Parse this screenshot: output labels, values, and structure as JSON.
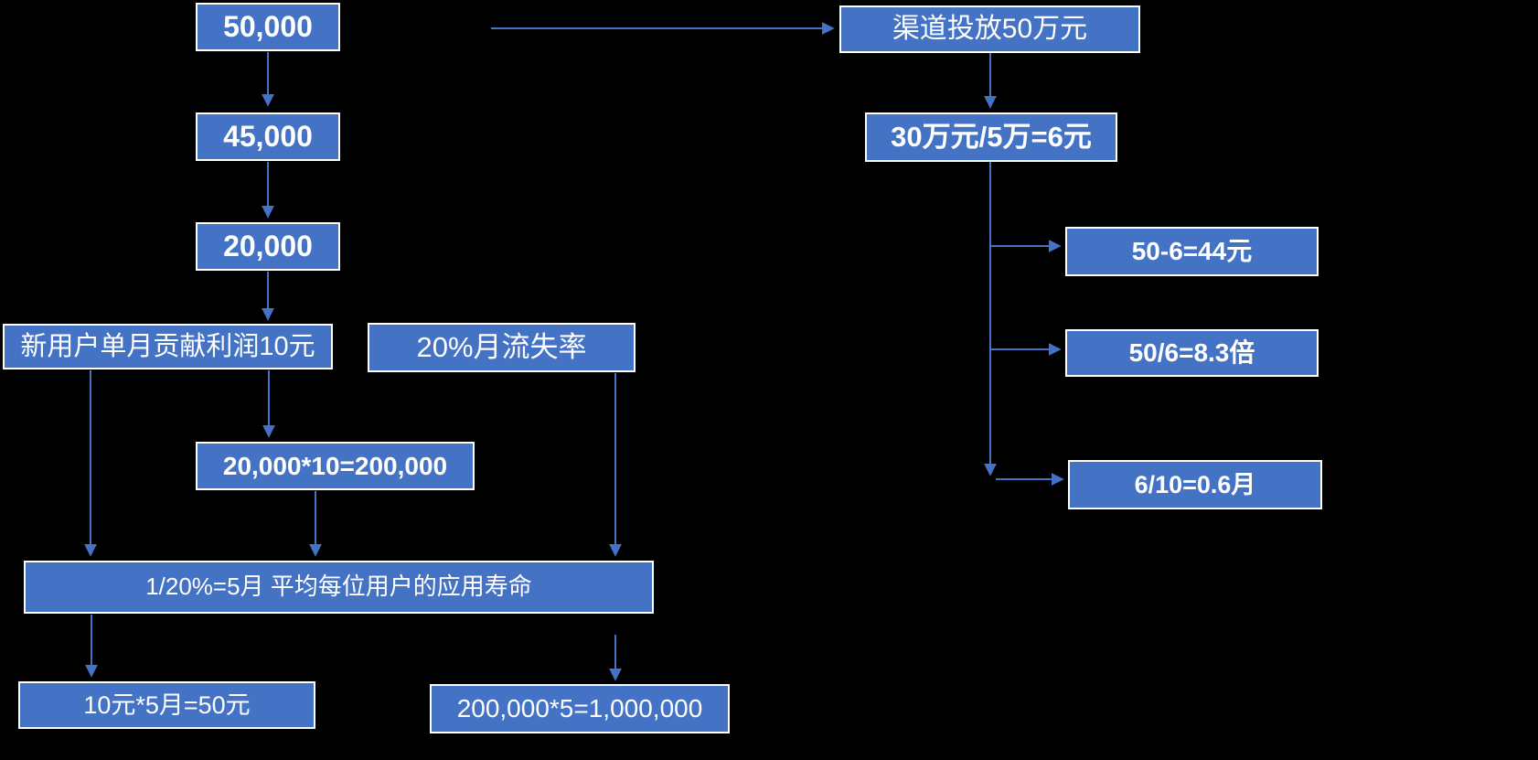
{
  "colors": {
    "background": "#000000",
    "node_fill": "#4472C4",
    "node_border": "#ffffff",
    "arrow": "#4472C4",
    "text": "#ffffff"
  },
  "nodes": {
    "users_50000": {
      "label": "50,000"
    },
    "users_45000": {
      "label": "45,000"
    },
    "users_20000": {
      "label": "20,000"
    },
    "new_user_profit": {
      "label": "新用户单月贡献利润10元"
    },
    "churn_rate": {
      "label": "20%月流失率"
    },
    "monthly_profit": {
      "label": "20,000*10=200,000"
    },
    "user_lifespan": {
      "label": "1/20%=5月 平均每位用户的应用寿命"
    },
    "user_ltv": {
      "label": "10元*5月=50元"
    },
    "total_profit": {
      "label": "200,000*5=1,000,000"
    },
    "channel_spend": {
      "label": "渠道投放50万元"
    },
    "cac_calc": {
      "label": "30万元/5万=6元"
    },
    "net_value_per_user": {
      "label": "50-6=44元"
    },
    "ltv_cac_ratio": {
      "label": "50/6=8.3倍"
    },
    "payback_period": {
      "label": "6/10=0.6月"
    }
  }
}
